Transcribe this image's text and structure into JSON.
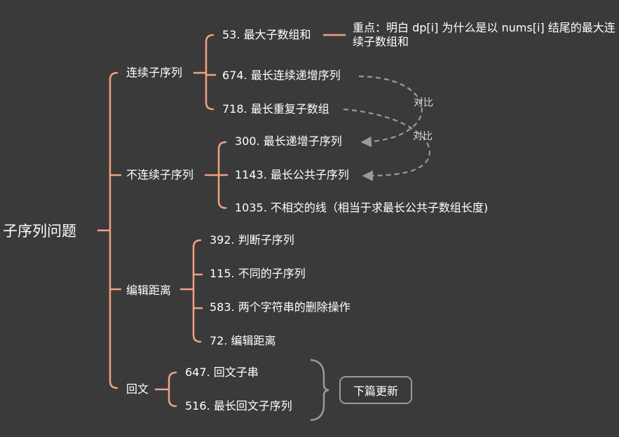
{
  "root": "子序列问题",
  "categories": [
    {
      "label": "连续子序列",
      "items": [
        "53. 最大子数组和",
        "674. 最长连续递增序列",
        "718. 最长重复子数组"
      ]
    },
    {
      "label": "不连续子序列",
      "items": [
        "300. 最长递增子序列",
        "1143. 最长公共子序列",
        "1035. 不相交的线（相当于求最长公共子数组长度)"
      ]
    },
    {
      "label": "编辑距离",
      "items": [
        "392. 判断子序列",
        "115. 不同的子序列",
        "583. 两个字符串的删除操作",
        "72. 编辑距离"
      ]
    },
    {
      "label": "回文",
      "items": [
        "647. 回文子串",
        "516. 最长回文子序列"
      ]
    }
  ],
  "note": "重点：明白 dp[i] 为什么是以 nums[i] 结尾的最大连续子数组和",
  "relations": [
    {
      "label": "对比",
      "from": "674. 最长连续递增序列",
      "to": "300. 最长递增子序列"
    },
    {
      "label": "对比",
      "from": "718. 最长重复子数组",
      "to": "1143. 最长公共子序列"
    }
  ],
  "summary": "下篇更新",
  "colors": {
    "background": "#3a3a3a",
    "branch": "#f0a283",
    "relation": "#9a9a9a",
    "text": "#ffffff"
  }
}
